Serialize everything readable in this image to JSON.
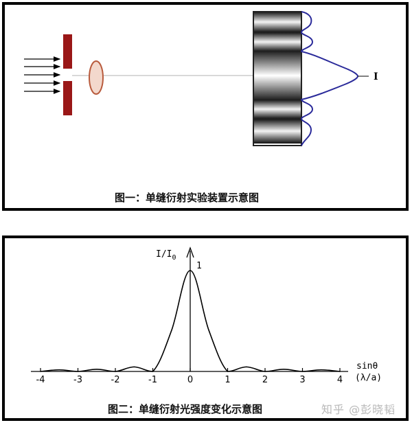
{
  "figure1": {
    "caption": "图一：单缝衍射实验装置示意图",
    "intensity_label": "I"
  },
  "figure2": {
    "caption": "图二：单缝衍射光强度变化示意图",
    "y_axis_label": "I/I",
    "y_axis_subscript": "0",
    "peak_label": "1",
    "x_axis_label_top": "sinθ",
    "x_axis_label_bottom": "(λ/a)",
    "ticks": [
      "-4",
      "-3",
      "-2",
      "-1",
      "0",
      "1",
      "2",
      "3",
      "4"
    ]
  },
  "chart_data": {
    "type": "line",
    "xlabel": "sinθ (λ/a)",
    "ylabel": "I/I0",
    "xlim": [
      -4,
      4
    ],
    "ylim": [
      0,
      1
    ],
    "x": [
      -4,
      -3.5,
      -3,
      -2.5,
      -2,
      -1.5,
      -1,
      -0.5,
      0,
      0.5,
      1,
      1.5,
      2,
      2.5,
      3,
      3.5,
      4
    ],
    "y": [
      0,
      0.016,
      0,
      0.022,
      0,
      0.045,
      0,
      0.405,
      1,
      0.405,
      0,
      0.045,
      0,
      0.022,
      0,
      0.016,
      0
    ]
  },
  "watermark": "知乎 @彭晓韬",
  "colors": {
    "slit": "#9a1717",
    "lens_fill": "#f3d8cc",
    "lens_stroke": "#b85a3c",
    "intensity_curve": "#2a2a9a"
  }
}
